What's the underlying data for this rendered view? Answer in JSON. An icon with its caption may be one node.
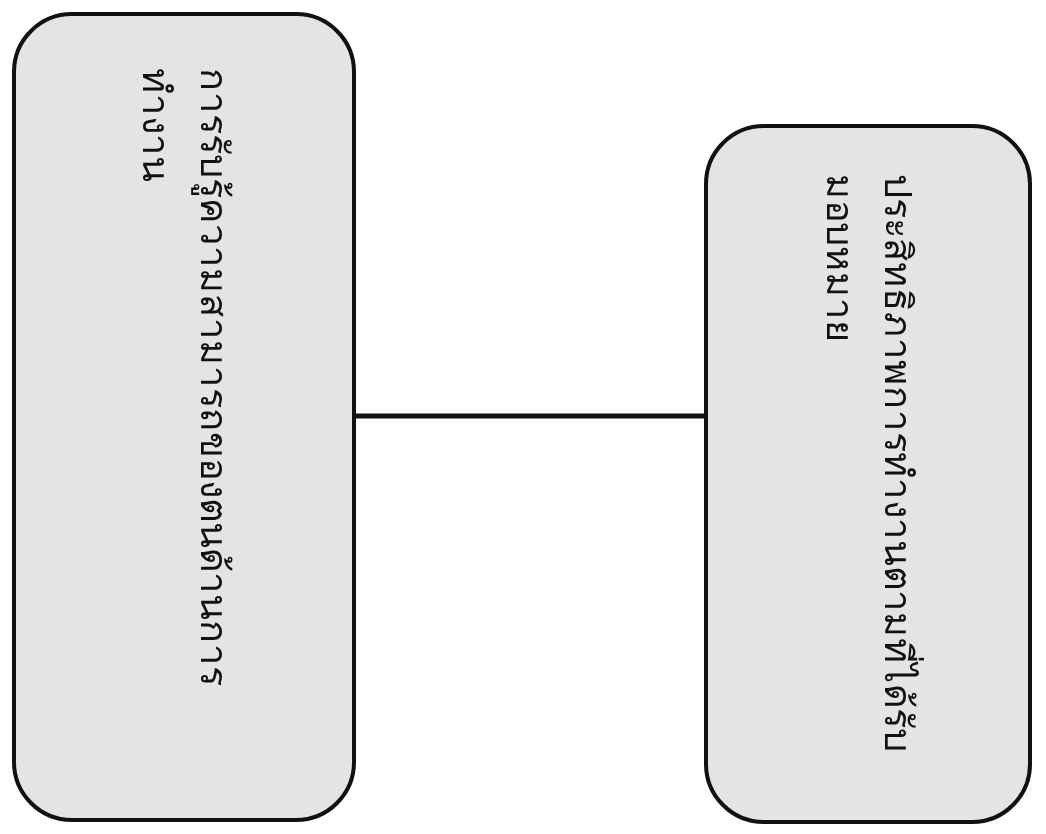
{
  "diagram": {
    "nodes": [
      {
        "text": [
          "การรับรู้ความสามารถของตนด้านการทำงาน"
        ]
      },
      {
        "text": [
          "ประสิทธิภาพการทำงานตามที่ได้รับมอบหมาย"
        ]
      }
    ],
    "edges": [
      {
        "from": 0,
        "to": 1,
        "arrow": "none"
      }
    ]
  }
}
